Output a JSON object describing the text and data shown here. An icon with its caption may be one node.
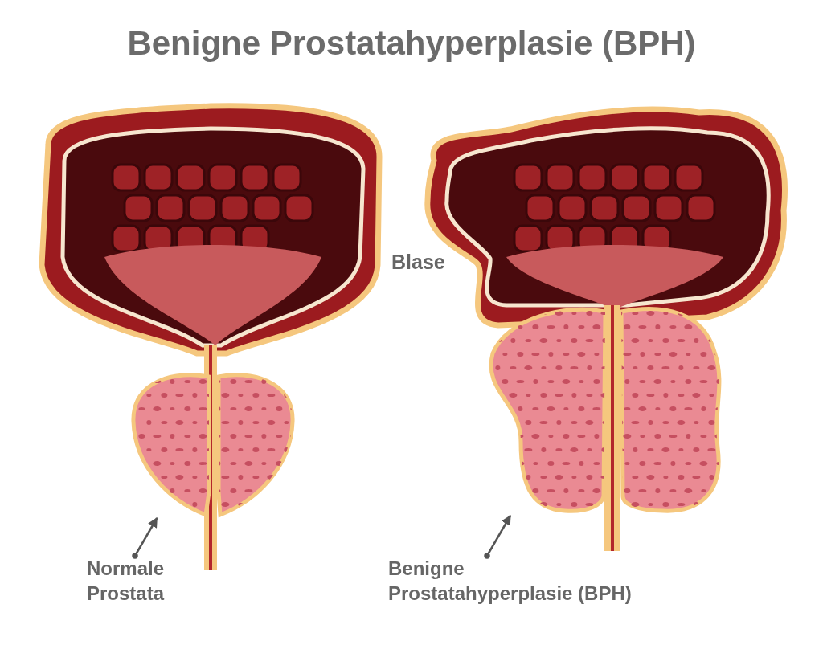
{
  "diagram": {
    "title": "Benigne Prostatahyperplasie (BPH)",
    "nodes": [
      {
        "text": [
          "Normale Prostata"
        ]
      },
      {
        "text": [],
        "shape": "picture"
      },
      {
        "text": [
          "Benigne Prostatahyperplasie (BPH)"
        ]
      },
      {
        "text": [],
        "shape": "picture"
      }
    ],
    "edges": [
      {
        "from": 0,
        "to": 1,
        "arrow": "to"
      },
      {
        "from": 2,
        "to": 3,
        "arrow": "to"
      }
    ],
    "labels": [
      "Blase"
    ]
  }
}
